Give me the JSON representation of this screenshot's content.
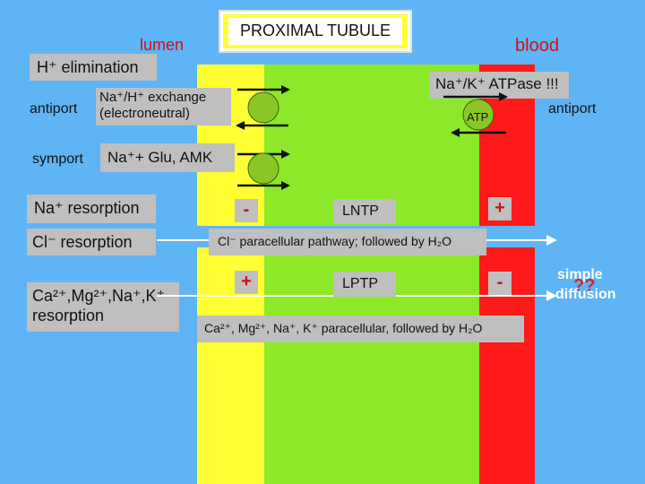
{
  "title": "PROXIMAL TUBULE",
  "lumen_label": "lumen",
  "blood_label": "blood",
  "h_elim": "H⁺ elimination",
  "antiport_left": "antiport",
  "antiport_right": "antiport",
  "symport": "symport",
  "na_h_exchange_line1": "Na⁺/H⁺ exchange",
  "na_h_exchange_line2": "(electroneutral)",
  "na_glu": "Na⁺+ Glu, AMK",
  "atpase": "Na⁺/K⁺ ATPase !!!",
  "atp": "ATP",
  "na_resorption": "Na⁺ resorption",
  "cl_resorption": "Cl⁻ resorption",
  "ca_resorption_line1": "Ca²⁺,Mg²⁺,Na⁺,K⁺",
  "ca_resorption_line2": "resorption",
  "lntp": "LNTP",
  "lptp": "LPTP",
  "minus": "-",
  "plus": "+",
  "cl_pathway": "Cl⁻ paracellular pathway; followed by H₂O",
  "ca_pathway": "Ca²⁺, Mg²⁺, Na⁺, K⁺ paracellular, followed by H₂O",
  "simple": "simple",
  "qq": "??",
  "diffusion": "diffusion",
  "colors": {
    "background": "#5fb4f5",
    "lumen_cell": "#ffff33",
    "cell": "#8ee82a",
    "blood": "#ff1a1a",
    "box": "#bfbfbf"
  }
}
